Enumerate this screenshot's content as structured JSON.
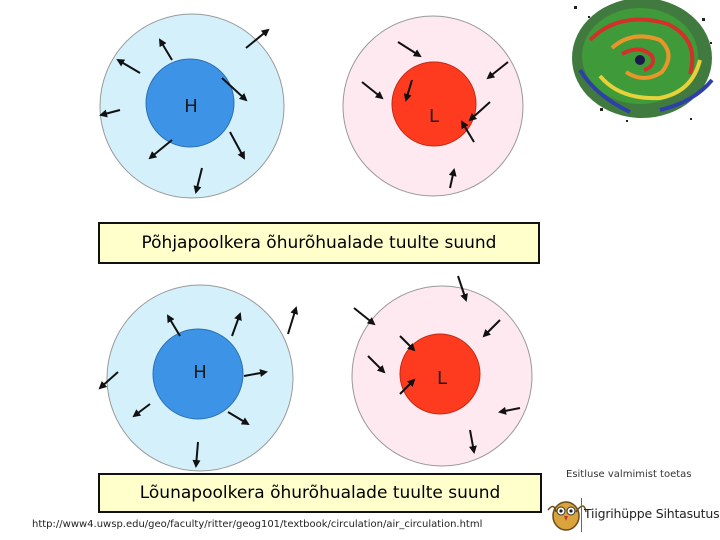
{
  "diagrams": [
    {
      "caption": "Põhjapoolkera õhurõhualade tuulte suund",
      "high_label": "H",
      "low_label": "L",
      "colors": {
        "high_inner": "#3d94e6",
        "high_outer": "#d4f1fb",
        "low_inner": "#ff3b1f",
        "low_outer": "#fde9ef"
      }
    },
    {
      "caption": "Lõunapoolkera õhurõhualade tuulte suund",
      "high_label": "H",
      "low_label": "L",
      "colors": {
        "high_inner": "#3d94e6",
        "high_outer": "#d4f1fb",
        "low_inner": "#ff3b1f",
        "low_outer": "#fde9ef"
      }
    }
  ],
  "source_url": "http://www4.uwsp.edu/geo/faculty/ritter/geog101/textbook/circulation/air_circulation.html",
  "support_text": "Esitluse valmimist toetas",
  "foundation_name": "Tiigrihüppe Sihtasutus"
}
